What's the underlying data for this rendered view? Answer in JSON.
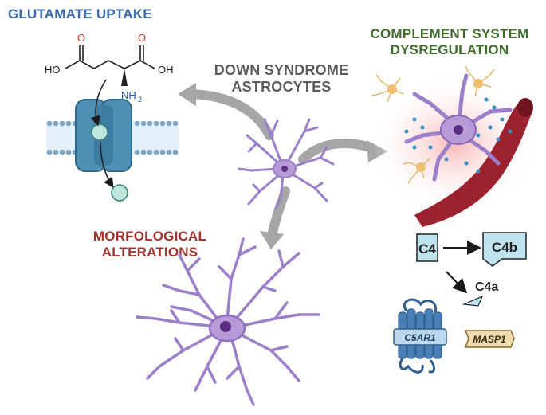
{
  "titles": {
    "glutamate": "GLUTAMATE UPTAKE",
    "down_syndrome_line1": "DOWN SYNDROME",
    "down_syndrome_line2": "ASTROCYTES",
    "complement_line1": "COMPLEMENT SYSTEM",
    "complement_line2": "DYSREGULATION",
    "morfological_line1": "MORFOLOGICAL",
    "morfological_line2": "ALTERATIONS"
  },
  "molecule": {
    "o_left": "O",
    "o_right": "O",
    "ho": "HO",
    "oh": "OH",
    "nh": "NH",
    "sub2": "2"
  },
  "complement": {
    "c4": "C4",
    "c4b": "C4b",
    "c4a": "C4a",
    "c5ar1": "C5AR1",
    "masp1": "MASP1"
  },
  "colors": {
    "glutamate_title": "#3b6bb0",
    "down_title": "#5b5b5b",
    "complement_title": "#3f6b2b",
    "morfological_title": "#a3322c",
    "astrocyte": "#9b7fc8",
    "nucleus": "#5a2d82",
    "transporter": "#4f8fb3",
    "blood_vessel": "#9c2230",
    "box_teal": "#bfe3ec"
  }
}
